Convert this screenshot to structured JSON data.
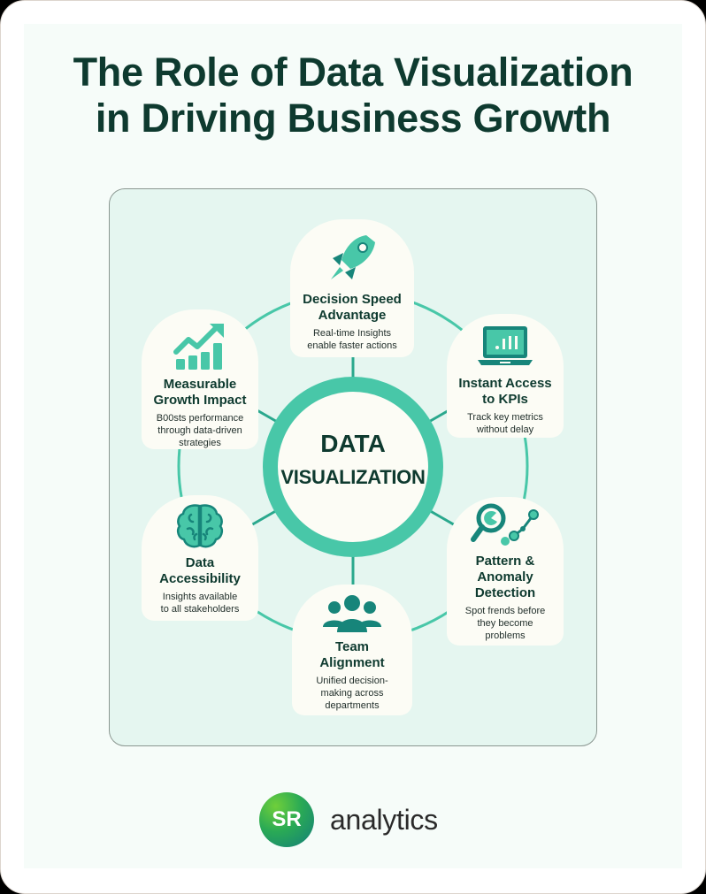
{
  "title": {
    "line1": "The Role of Data Visualization",
    "line2": "in Driving Business Growth"
  },
  "center": {
    "line1": "DATA",
    "line2": "VISUALIZATION"
  },
  "nodes": [
    {
      "id": "decision-speed",
      "icon": "rocket-icon",
      "title_lines": [
        "Decision Speed",
        "Advantage"
      ],
      "desc_lines": [
        "Real-time Insights",
        "enable faster actions"
      ]
    },
    {
      "id": "instant-access",
      "icon": "laptop-chart-icon",
      "title_lines": [
        "Instant Access",
        "to KPIs"
      ],
      "desc_lines": [
        "Track key metrics",
        "without delay"
      ]
    },
    {
      "id": "pattern-detection",
      "icon": "magnifier-graph-icon",
      "title_lines": [
        "Pattern &",
        "Anomaly",
        "Detection"
      ],
      "desc_lines": [
        "Spot frends before",
        "they become",
        "problems"
      ]
    },
    {
      "id": "team-alignment",
      "icon": "team-icon",
      "title_lines": [
        "Team",
        "Alignment"
      ],
      "desc_lines": [
        "Unified decision-",
        "making across",
        "departments"
      ]
    },
    {
      "id": "data-accessibility",
      "icon": "brain-icon",
      "title_lines": [
        "Data",
        "Accessibility"
      ],
      "desc_lines": [
        "Insights available",
        "to all stakeholders"
      ]
    },
    {
      "id": "growth-impact",
      "icon": "growth-chart-icon",
      "title_lines": [
        "Measurable",
        "Growth Impact"
      ],
      "desc_lines": [
        "B00sts performance",
        "through data-driven",
        "strategies"
      ]
    }
  ],
  "brand": {
    "badge": "SR",
    "wordmark": "analytics"
  },
  "colors": {
    "title": "#0e3a2f",
    "accent": "#48c7a8",
    "accent_dark": "#17857a",
    "panel_bg": "#e5f6f0",
    "node_bg": "#fcfcf5"
  }
}
